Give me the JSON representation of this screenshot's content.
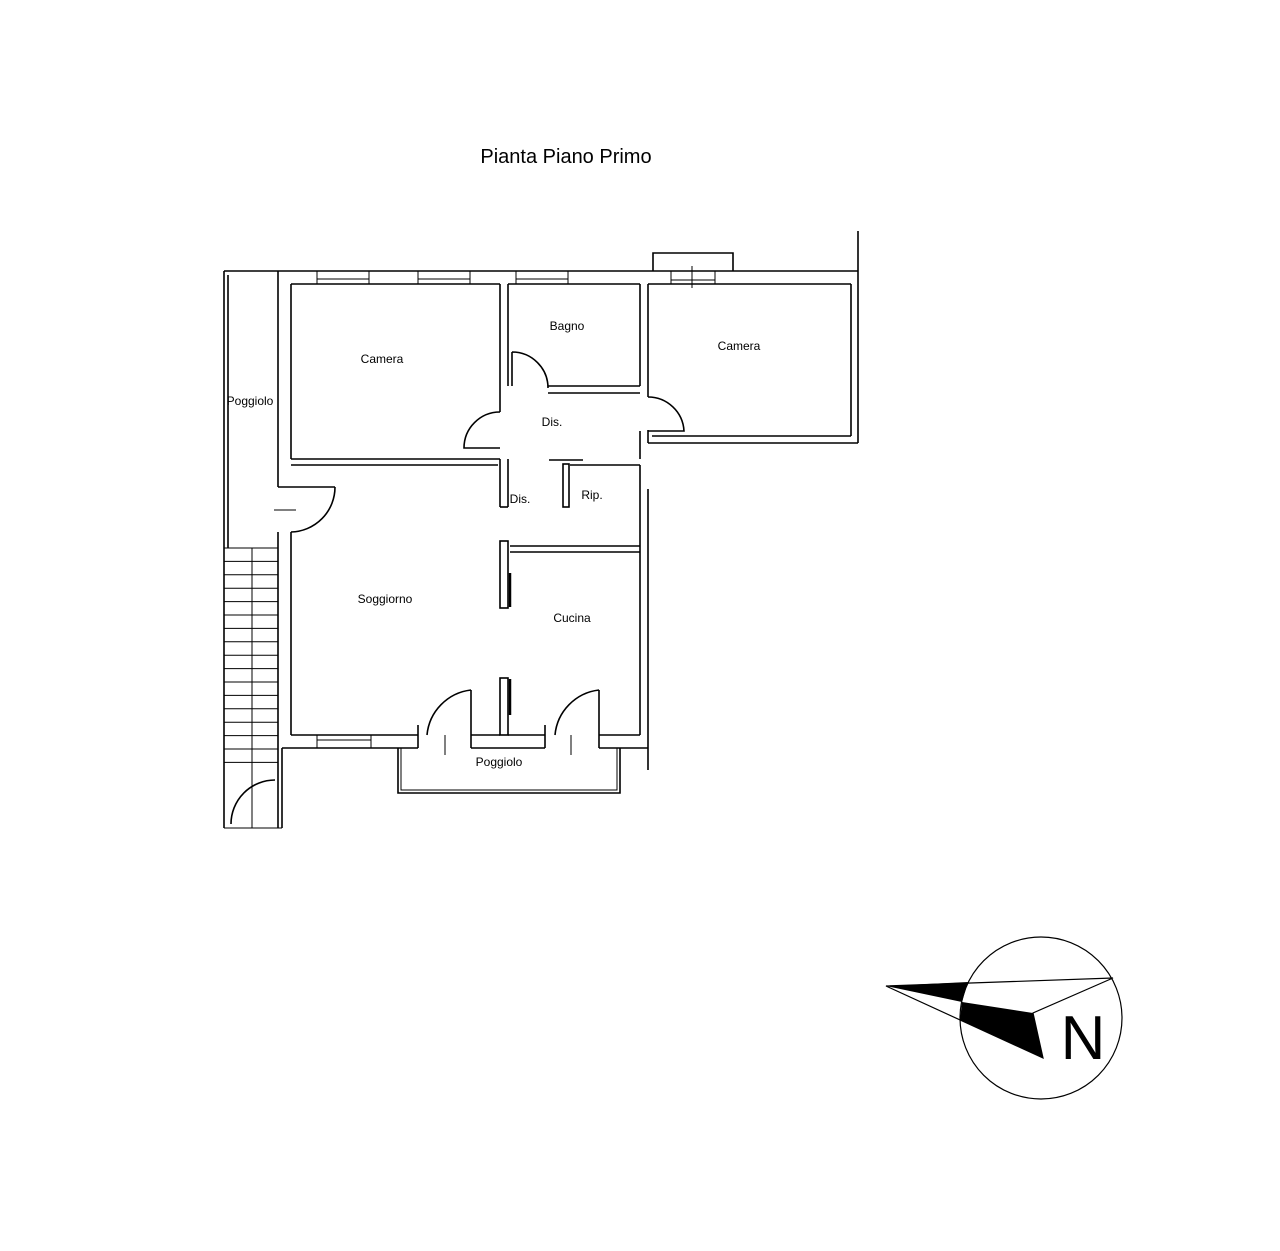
{
  "title": "Pianta Piano Primo",
  "rooms": {
    "camera_1": "Camera",
    "bagno": "Bagno",
    "camera_2": "Camera",
    "poggiolo_side": "Poggiolo",
    "dis_1": "Dis.",
    "dis_2": "Dis.",
    "rip": "Rip.",
    "soggiorno": "Soggiorno",
    "cucina": "Cucina",
    "poggiolo_front": "Poggiolo"
  },
  "compass": {
    "label": "N"
  }
}
